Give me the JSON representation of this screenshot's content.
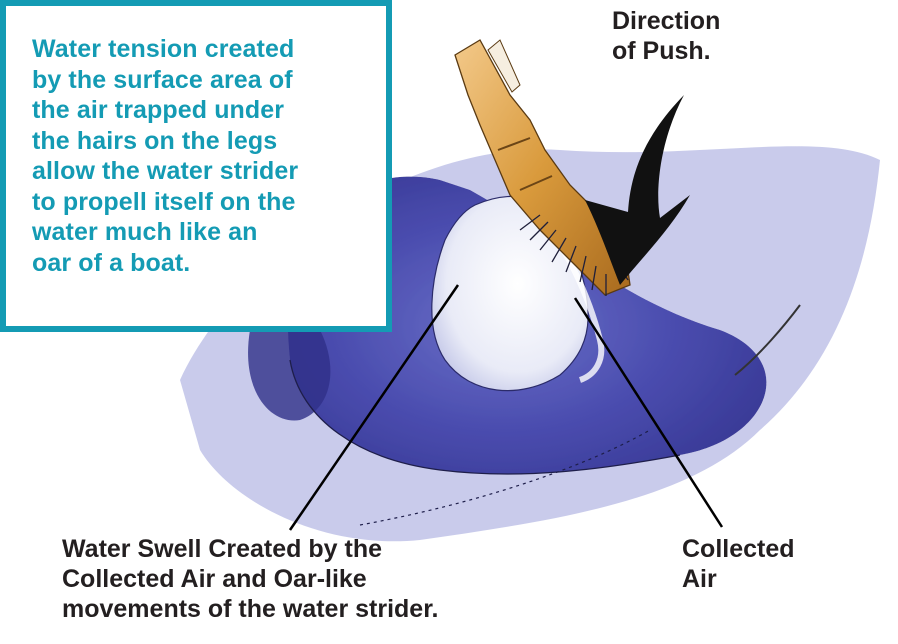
{
  "callout": {
    "text": "Water tension created\nby the surface area of\nthe air trapped under\nthe hairs on the legs\nallow the water strider\nto propell itself on the\nwater much like an\noar of a boat."
  },
  "labels": {
    "direction": "Direction\nof Push.",
    "swell": "Water Swell Created by the\nCollected Air and Oar-like\nmovements of the water strider.",
    "collected_air": "Collected\nAir"
  },
  "colors": {
    "callout_border": "#149bb4",
    "callout_text": "#149bb4",
    "label_text": "#231f20",
    "water_dark": "#3b3c9c",
    "water_light": "#8a8fd6",
    "leg": "#e0a64a",
    "air_bubble": "#eef0fa"
  }
}
